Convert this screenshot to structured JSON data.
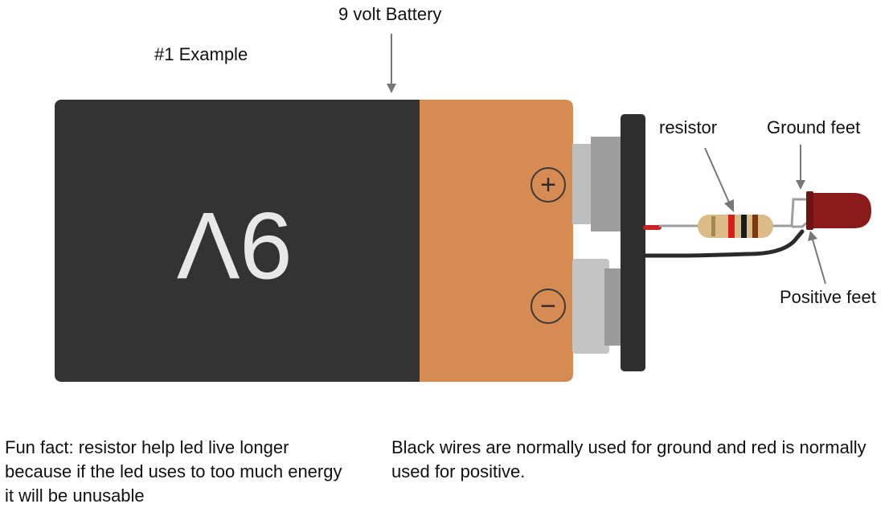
{
  "labels": {
    "battery": "9 volt Battery",
    "example": "#1 Example",
    "resistor": "resistor",
    "ground_feet": "Ground feet",
    "positive_feet": "Positive feet"
  },
  "battery": {
    "marking": "9V",
    "plus_symbol": "+",
    "minus_symbol": "−"
  },
  "notes": {
    "fun_fact": "Fun fact: resistor help led live longer because if the led uses to too much energy it will be unusable",
    "wires": "Black wires are normally used for ground and red is normally used for positive."
  },
  "colors": {
    "battery_body": "#333333",
    "battery_copper": "#d58b52",
    "terminal_cap": "#2e2e2e",
    "led": "#8b1a1a",
    "red_wire": "#cc2222",
    "black_wire": "#2a2a2a"
  }
}
